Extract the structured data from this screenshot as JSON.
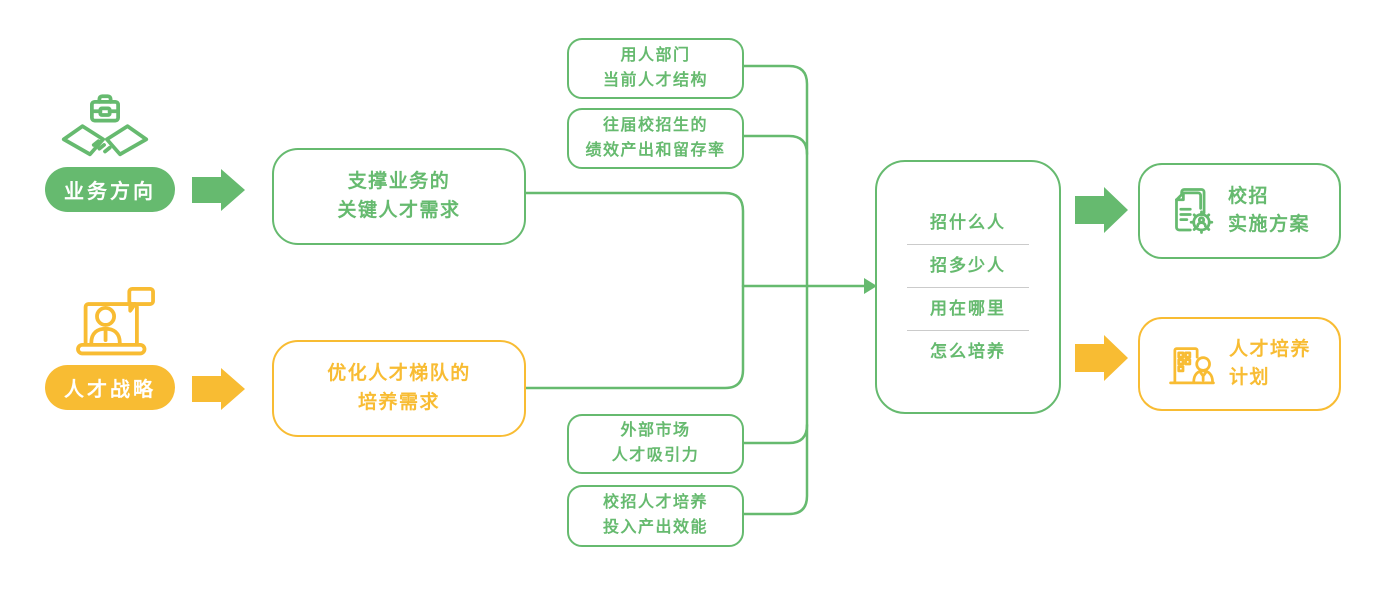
{
  "palette": {
    "green": "#66BA6F",
    "yellow": "#F8BC33",
    "divider": "#CBCBCB",
    "pill_text": "#FFFFFF",
    "background": "#FFFFFF"
  },
  "sources": {
    "business": {
      "label": "业务方向",
      "icon": "briefcase-handshake-icon"
    },
    "talent": {
      "label": "人才战略",
      "icon": "person-laptop-icon"
    }
  },
  "needs": {
    "business": {
      "text": "支撑业务的\n关键人才需求"
    },
    "talent": {
      "text": "优化人才梯队的\n培养需求"
    }
  },
  "inputs": [
    {
      "text": "用人部门\n当前人才结构"
    },
    {
      "text": "往届校招生的\n绩效产出和留存率"
    },
    {
      "text": "外部市场\n人才吸引力"
    },
    {
      "text": "校招人才培养\n投入产出效能"
    }
  ],
  "decisions": {
    "items": [
      "招什么人",
      "招多少人",
      "用在哪里",
      "怎么培养"
    ]
  },
  "outputs": {
    "campus": {
      "text": "校招\n实施方案",
      "icon": "document-gear-icon"
    },
    "training": {
      "text": "人才培养\n计划",
      "icon": "building-person-icon"
    }
  }
}
